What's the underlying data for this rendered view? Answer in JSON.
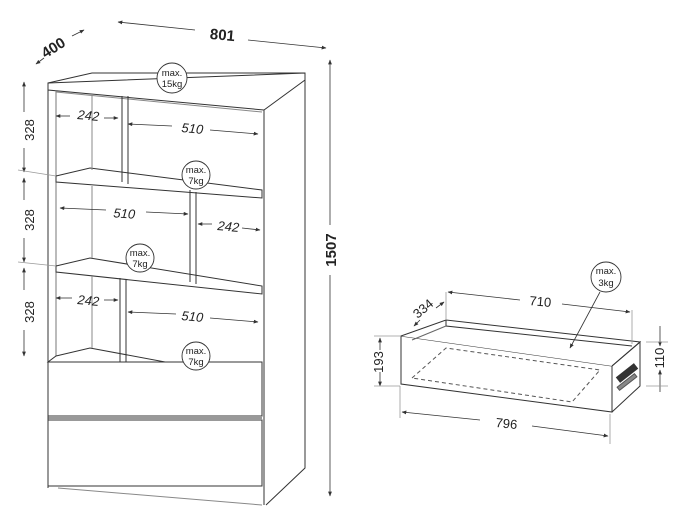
{
  "cabinet": {
    "width": "801",
    "depth": "400",
    "height": "1507",
    "shelf_height_1": "328",
    "shelf_height_2": "328",
    "shelf_height_3": "328",
    "row1": {
      "left_width": "242",
      "right_width": "510"
    },
    "row2": {
      "left_width": "510",
      "right_width": "242"
    },
    "row3": {
      "left_width": "242",
      "right_width": "510"
    },
    "top_load": {
      "line1": "max.",
      "line2": "15kg"
    },
    "row1_load": {
      "line1": "max.",
      "line2": "7kg"
    },
    "row2_load": {
      "line1": "max.",
      "line2": "7kg"
    },
    "row3_load": {
      "line1": "max.",
      "line2": "7kg"
    }
  },
  "drawer": {
    "inner_width": "710",
    "depth": "334",
    "outer_width": "796",
    "front_height": "193",
    "side_height": "110",
    "load": {
      "line1": "max.",
      "line2": "3kg"
    }
  }
}
